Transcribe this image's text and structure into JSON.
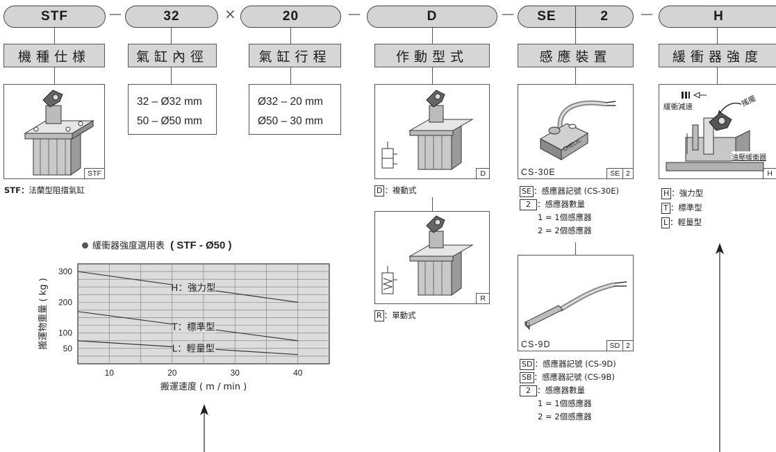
{
  "codes": {
    "model": "STF",
    "bore": "32",
    "times": "×",
    "stroke": "20",
    "action": "D",
    "sensor_type": "SE",
    "sensor_count": "2",
    "cushion": "H",
    "dash": "—"
  },
  "labels": {
    "model": "機種仕様",
    "bore": "氣缸內徑",
    "stroke": "氣缸行程",
    "action": "作動型式",
    "sensor": "感應裝置",
    "cushion": "緩衝器強度"
  },
  "model_box": {
    "tag": "STF",
    "note_key": "STF：",
    "note_text": "法蘭型阻擋氣缸"
  },
  "bore_box": {
    "lines": [
      "32 – Ø32 mm",
      "50 – Ø50 mm"
    ]
  },
  "stroke_box": {
    "lines": [
      "Ø32 – 20 mm",
      "Ø50 – 30 mm"
    ]
  },
  "action": {
    "d_tag": "D",
    "d_note_key": "D",
    "d_note_text": "：複動式",
    "r_tag": "R",
    "r_note_key": "R",
    "r_note_text": "：單動式"
  },
  "sensor_se": {
    "caption": "CS-30E",
    "tag_type": "SE",
    "tag_count": "2",
    "cable_text": "CHELIC",
    "notes": [
      {
        "key": "SE",
        "text": "：感應器記號 (CS-30E)"
      },
      {
        "key": "2",
        "text": "：感應器數量"
      }
    ],
    "sub": [
      "1 = 1個感應器",
      "2 = 2個感應器"
    ]
  },
  "sensor_sd": {
    "caption": "CS-9D",
    "tag_type": "SD",
    "tag_count": "2",
    "notes": [
      {
        "key": "SD",
        "text": "：感應器記號 (CS-9D)"
      },
      {
        "key": "SB",
        "text": "：感應器記號 (CS-9B)"
      },
      {
        "key": "2",
        "text": "：感應器數量"
      }
    ],
    "sub": [
      "1 = 1個感應器",
      "2 = 2個感應器"
    ]
  },
  "cushion": {
    "tag": "H",
    "illus_top": "緩衝減速",
    "illus_swing": "搖擺",
    "illus_damper": "油壓緩衝器",
    "notes": [
      {
        "key": "H",
        "text": "：強力型"
      },
      {
        "key": "T",
        "text": "：標準型"
      },
      {
        "key": "L",
        "text": "：輕量型"
      }
    ]
  },
  "chart_title": {
    "prefix": "緩衝器強度選用表",
    "suffix": "( STF - Ø50 )"
  },
  "chart_data": {
    "type": "line",
    "title": "緩衝器強度選用表 ( STF - Ø50 )",
    "xlabel": "搬運速度 ( m / min )",
    "ylabel": "搬運物重量 ( kg )",
    "xlim": [
      5,
      45
    ],
    "ylim": [
      0,
      325
    ],
    "x_ticks": [
      10,
      20,
      30,
      40
    ],
    "y_ticks": [
      50,
      100,
      200,
      300
    ],
    "grid": true,
    "series": [
      {
        "name": "H：強力型",
        "x": [
          5,
          40
        ],
        "y": [
          300,
          200
        ]
      },
      {
        "name": "T：標準型",
        "x": [
          5,
          40
        ],
        "y": [
          170,
          75
        ]
      },
      {
        "name": "L：輕量型",
        "x": [
          5,
          40
        ],
        "y": [
          75,
          30
        ]
      }
    ]
  },
  "colors": {
    "pill": "#d4d4d4",
    "label": "#d6d6d6",
    "chart_bg": "#dcdcdc",
    "line": "#333333"
  }
}
